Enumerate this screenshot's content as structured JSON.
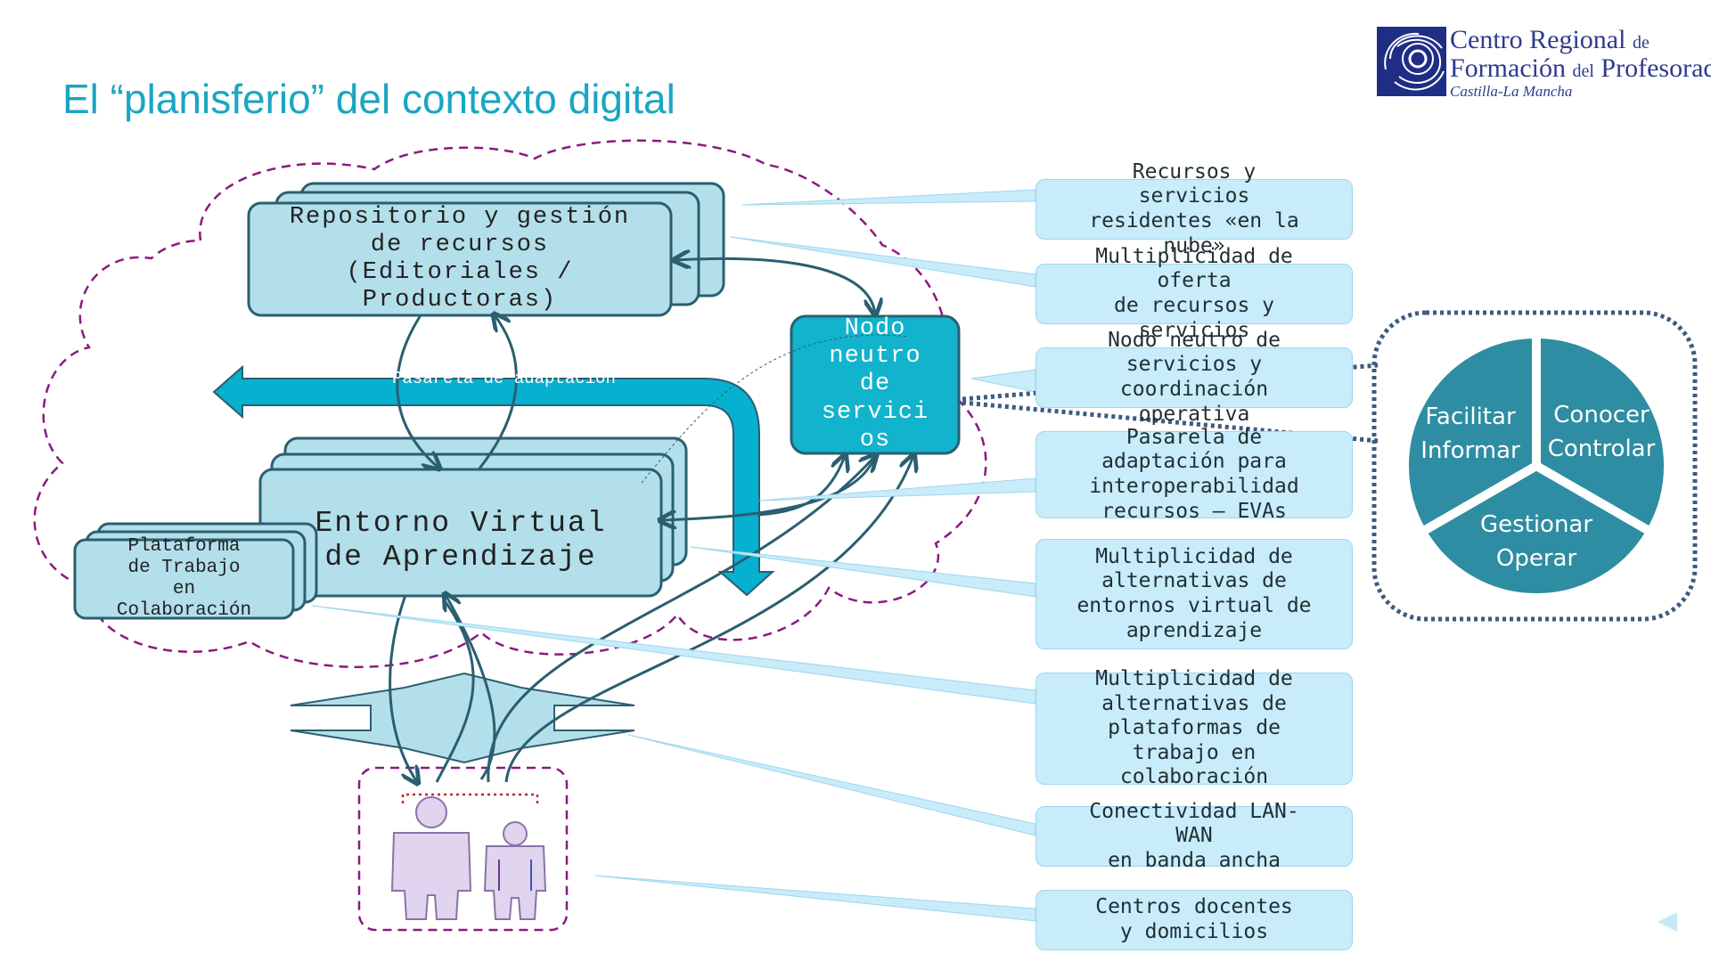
{
  "title": "El “planisferio” del contexto digital",
  "logo": {
    "line1_main": "Centro Regional ",
    "line1_small": "de",
    "line2_main": "Formación ",
    "line2_small": "del",
    "line2_end": " Profesorado",
    "line3": "Castilla-La Mancha"
  },
  "diagram": {
    "repositorio": "Repositorio y gestión\nde recursos\n(Editoriales /\nProductoras)",
    "nodo": "Nodo\nneutro\nde\nservici\nos",
    "pasarela": "Pasarela de adaptación",
    "eva": "Entorno Virtual\nde Aprendizaje",
    "plataforma": "Plataforma\nde Trabajo\nen\nColaboración"
  },
  "callouts": [
    "Recursos y\nservicios\nresidentes «en la\nnube»",
    "Multiplicidad de\noferta\nde recursos y\nservicios",
    "Nodo neutro de\nservicios y\ncoordinación\noperativa",
    "Pasarela de\nadaptación para\ninteroperabilidad\nrecursos – EVAs",
    "Multiplicidad de\nalternativas de\nentornos virtual de\naprendizaje",
    "Multiplicidad de\nalternativas de\nplataformas de\ntrabajo en\ncolaboración",
    "Conectividad LAN-\nWAN\nen banda ancha",
    "Centros docentes\ny domicilios"
  ],
  "functions": [
    "Facilitar\nInformar",
    "Conocer\nControlar",
    "Gestionar\nOperar"
  ],
  "colors": {
    "title": "#1aa6c2",
    "box_fill": "#b3dfeb",
    "box_border": "#2a5f70",
    "nodo_fill": "#12b3cc",
    "pasarela": "#06b0cf",
    "callout_fill": "#c8ecfa",
    "pie": "#2e8da2",
    "cloud_border": "#8a1a80",
    "dotted": "#3d5b80"
  }
}
